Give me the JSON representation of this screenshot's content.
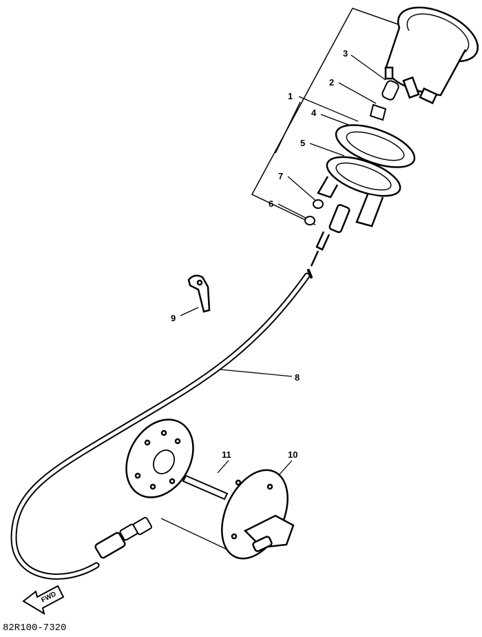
{
  "callouts": {
    "c1": "1",
    "c2": "2",
    "c3": "3",
    "c4": "4",
    "c5": "5",
    "c6": "6",
    "c7": "7",
    "c8": "8",
    "c9": "9",
    "c10": "10",
    "c11": "11"
  },
  "forward_label": "FWD",
  "diagram_code": "82R100-7320"
}
